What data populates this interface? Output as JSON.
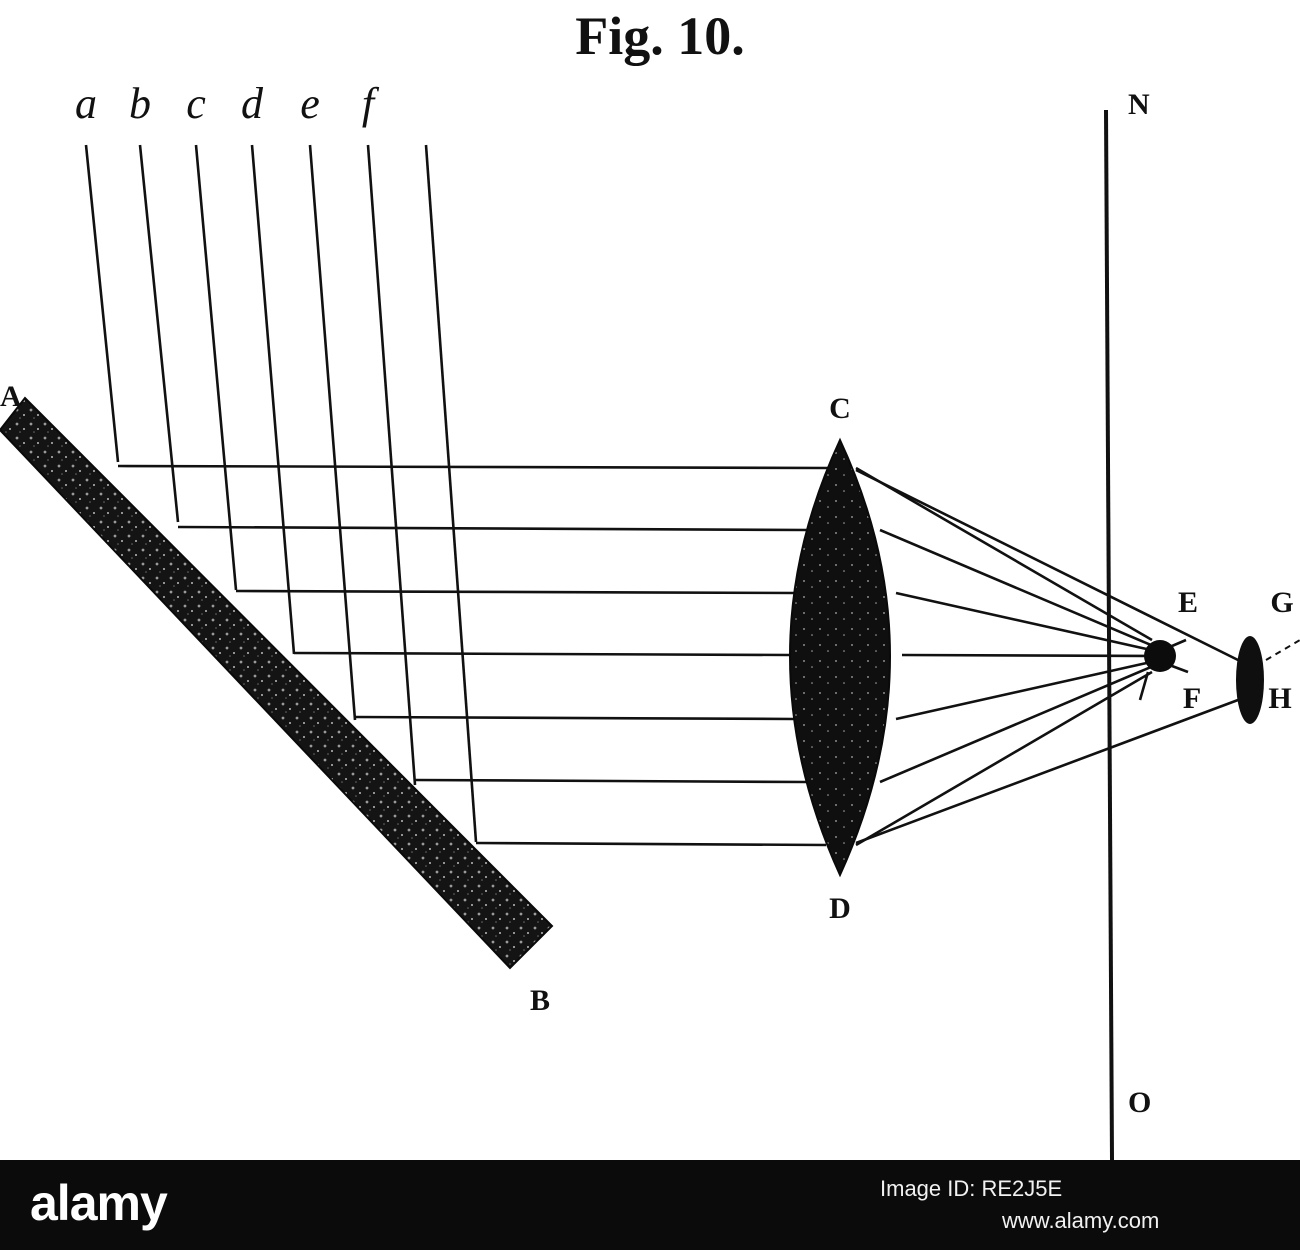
{
  "figure": {
    "title": "Fig. 10.",
    "ray_labels": [
      "a",
      "b",
      "c",
      "d",
      "e",
      "f"
    ],
    "point_labels": {
      "A": "A",
      "B": "B",
      "C": "C",
      "D": "D",
      "E": "E",
      "F": "F",
      "G": "G",
      "H": "H",
      "N": "N",
      "O": "O"
    }
  },
  "footer": {
    "brand": "alamy",
    "image_id_text": "Image ID: RE2J5E",
    "url": "www.alamy.com"
  },
  "colors": {
    "ink": "#111111",
    "footer_bg": "#0b0b0b",
    "footer_text": "#ffffff"
  }
}
